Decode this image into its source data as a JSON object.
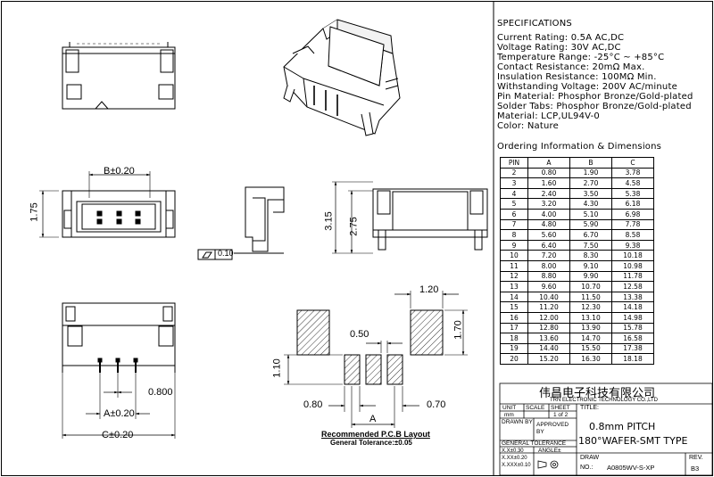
{
  "specifications": {
    "heading": "SPECIFICATIONS",
    "lines": [
      "Current Rating: 0.5A AC,DC",
      "Voltage Rating: 30V AC,DC",
      "Temperature Range: -25°C ~ +85°C",
      "Contact Resistance: 20mΩ Max.",
      "Insulation Resistance: 100MΩ Min.",
      "Withstanding Voltage: 200V AC/minute",
      "Pin Material: Phosphor Bronze/Gold-plated",
      "Solder Tabs: Phosphor Bronze/Gold-plated",
      "Material: LCP,UL94V-0",
      "Color: Nature"
    ]
  },
  "ordering": {
    "heading": "Ordering Information & Dimensions",
    "columns": [
      "PIN",
      "A",
      "B",
      "C"
    ],
    "rows": [
      [
        "2",
        "0.80",
        "1.90",
        "3.78"
      ],
      [
        "3",
        "1.60",
        "2.70",
        "4.58"
      ],
      [
        "4",
        "2.40",
        "3.50",
        "5.38"
      ],
      [
        "5",
        "3.20",
        "4.30",
        "6.18"
      ],
      [
        "6",
        "4.00",
        "5.10",
        "6.98"
      ],
      [
        "7",
        "4.80",
        "5.90",
        "7.78"
      ],
      [
        "8",
        "5.60",
        "6.70",
        "8.58"
      ],
      [
        "9",
        "6.40",
        "7.50",
        "9.38"
      ],
      [
        "10",
        "7.20",
        "8.30",
        "10.18"
      ],
      [
        "11",
        "8.00",
        "9.10",
        "10.98"
      ],
      [
        "12",
        "8.80",
        "9.90",
        "11.78"
      ],
      [
        "13",
        "9.60",
        "10.70",
        "12.58"
      ],
      [
        "14",
        "10.40",
        "11.50",
        "13.38"
      ],
      [
        "15",
        "11.20",
        "12.30",
        "14.18"
      ],
      [
        "16",
        "12.00",
        "13.10",
        "14.98"
      ],
      [
        "17",
        "12.80",
        "13.90",
        "15.78"
      ],
      [
        "18",
        "13.60",
        "14.70",
        "16.58"
      ],
      [
        "19",
        "14.40",
        "15.50",
        "17.38"
      ],
      [
        "20",
        "15.20",
        "16.30",
        "18.18"
      ]
    ]
  },
  "title_block": {
    "company_cn": "伟昌电子科技有限公司",
    "company_en": "TRN ELECTRONIC TECHNOLOGY CO.,LTD",
    "unit_label": "UNIT",
    "unit_value": "mm",
    "scale_label": "SCALE",
    "sheet_label": "SHEET",
    "sheet_value": "1  of  2",
    "title_label": "TITLE:",
    "title_line1": "0.8mm PITCH",
    "title_line2": "180°WAFER-SMT TYPE",
    "drawn_by": "DRAWN BY",
    "approved_by": "APPROVED BY",
    "general_tolerance": "GENERAL TOLERANCE",
    "tol_1": "X.X±0.30",
    "tol_2": "X.XX±0.20",
    "tol_3": "X.XXX±0.10",
    "angle": "ANGLE±",
    "draw_no_label_1": "DRAW",
    "draw_no_label_2": "NO.:",
    "draw_no": "A0805WV-S-XP",
    "rev_label": "REV.",
    "rev_value": "B3"
  },
  "dimensions": {
    "b": "B±0.20",
    "h_175": "1.75",
    "flatness": "0.10",
    "h_315": "3.15",
    "h_275": "2.75",
    "pad_120": "1.20",
    "pad_170": "1.70",
    "pad_050": "0.50",
    "pad_110": "1.10",
    "pad_080": "0.80",
    "pad_070": "0.70",
    "a_pcb": "A",
    "a": "A±0.20",
    "c": "C±0.20",
    "side_0800": "0.800"
  },
  "pcb_layout": {
    "title": "Recommended P.C.B Layout",
    "tolerance": "General Tolerance:±0.05"
  }
}
